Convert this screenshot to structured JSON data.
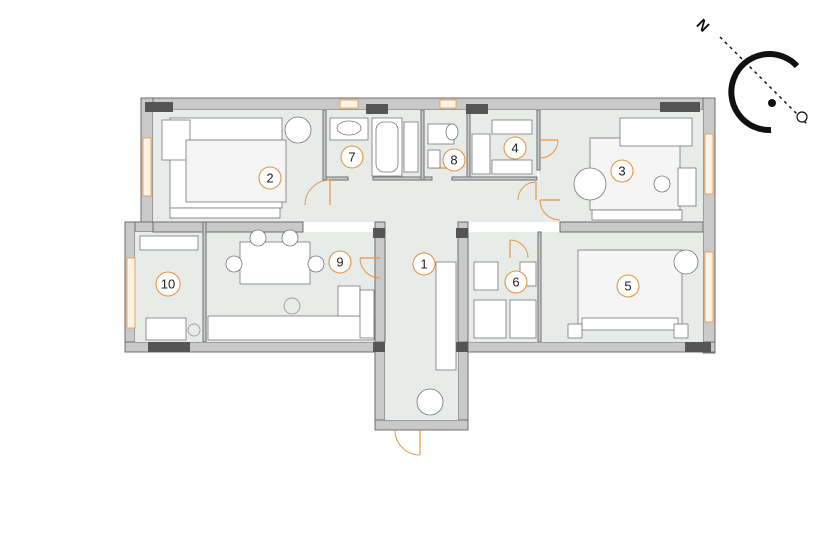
{
  "plan": {
    "rooms": [
      {
        "number": "1"
      },
      {
        "number": "2"
      },
      {
        "number": "3"
      },
      {
        "number": "4"
      },
      {
        "number": "5"
      },
      {
        "number": "6"
      },
      {
        "number": "7"
      },
      {
        "number": "8"
      },
      {
        "number": "9"
      },
      {
        "number": "10"
      }
    ],
    "compass": {
      "north_label": "N"
    },
    "colors": {
      "accent": "#e8953f",
      "floor": "#e8ece9",
      "wall": "#c9c9c9",
      "dark": "#555555"
    }
  }
}
